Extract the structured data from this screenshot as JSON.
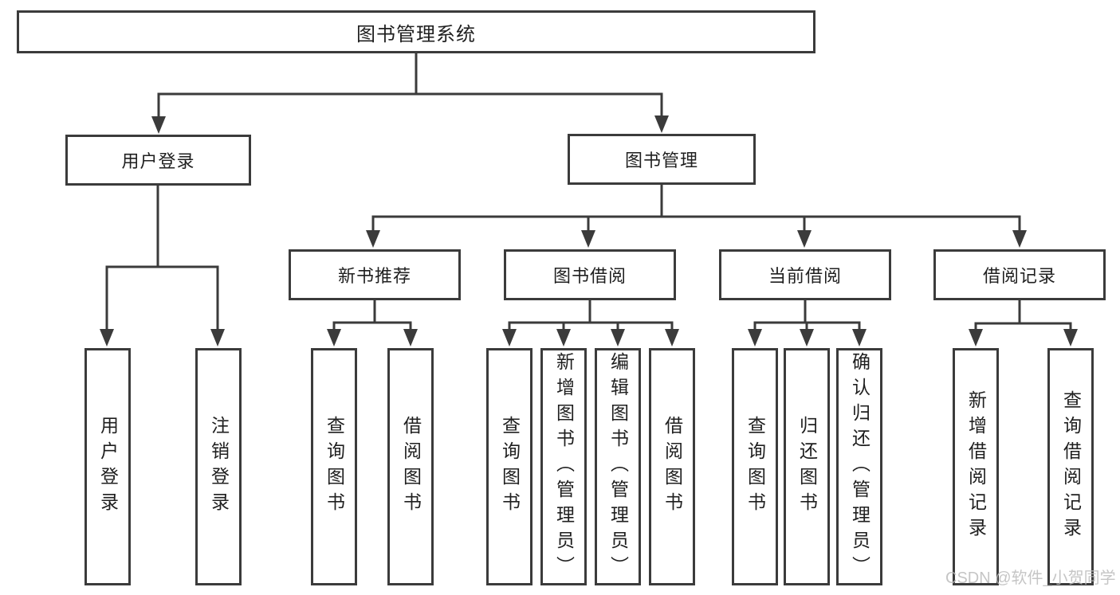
{
  "tree": {
    "label": "图书管理系统",
    "children": [
      {
        "label": "用户登录",
        "children": [
          {
            "label": "用户登录"
          },
          {
            "label": "注销登录"
          }
        ]
      },
      {
        "label": "图书管理",
        "children": [
          {
            "label": "新书推荐",
            "children": [
              {
                "label": "查询图书"
              },
              {
                "label": "借阅图书"
              }
            ]
          },
          {
            "label": "图书借阅",
            "children": [
              {
                "label": "查询图书"
              },
              {
                "label": "新增图书（管理员）"
              },
              {
                "label": "编辑图书（管理员）"
              },
              {
                "label": "借阅图书"
              }
            ]
          },
          {
            "label": "当前借阅",
            "children": [
              {
                "label": "查询图书"
              },
              {
                "label": "归还图书"
              },
              {
                "label": "确认归还（管理员）"
              }
            ]
          },
          {
            "label": "借阅记录",
            "children": [
              {
                "label": "新增借阅记录"
              },
              {
                "label": "查询借阅记录"
              }
            ]
          }
        ]
      }
    ]
  },
  "watermark": "CSDN @软件_小贺同学",
  "colors": {
    "line": "#3b3b3b",
    "text": "#1f1f1f",
    "watermark": "#bcbcbc",
    "background": "#ffffff"
  }
}
